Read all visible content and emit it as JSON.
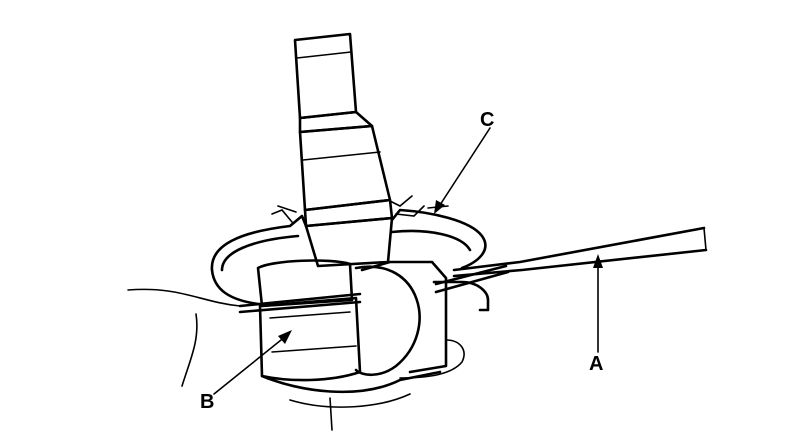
{
  "diagram": {
    "callouts": [
      {
        "id": "A",
        "label": "A"
      },
      {
        "id": "B",
        "label": "B"
      },
      {
        "id": "C",
        "label": "C"
      }
    ]
  }
}
